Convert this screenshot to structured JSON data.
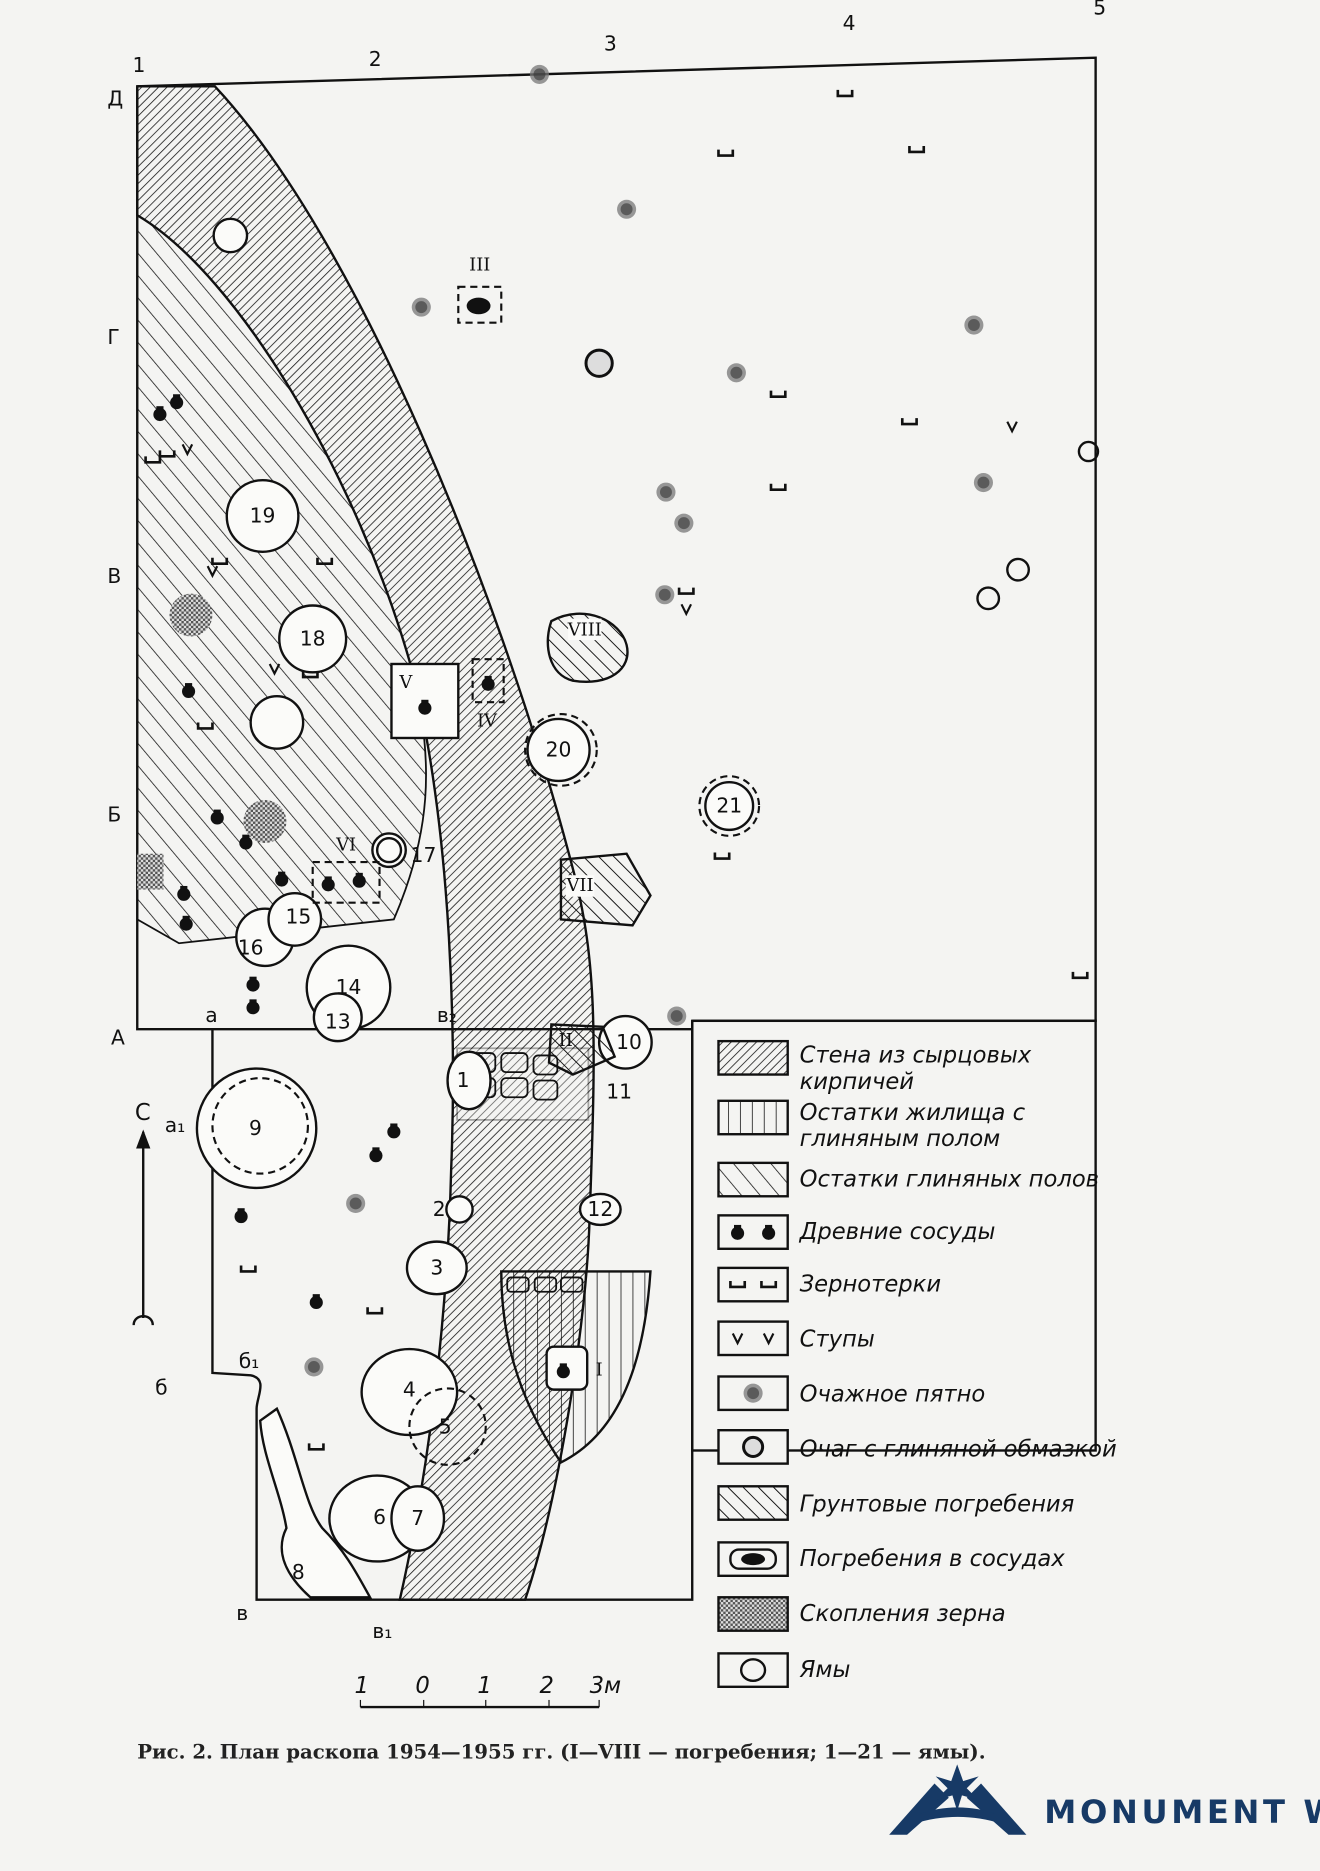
{
  "grid": {
    "columns": [
      "1",
      "2",
      "3",
      "4",
      "5"
    ],
    "rows": [
      "Д",
      "Г",
      "В",
      "Б",
      "А"
    ],
    "section_points": {
      "a": "а",
      "a1": "а₁",
      "b": "б",
      "b1": "б₁",
      "v": "в",
      "v1": "в₁",
      "v2": "в₂"
    }
  },
  "pits": [
    "1",
    "2",
    "3",
    "4",
    "5",
    "6",
    "7",
    "8",
    "9",
    "10",
    "11",
    "12",
    "13",
    "14",
    "15",
    "16",
    "17",
    "18",
    "19",
    "20",
    "21"
  ],
  "burials": [
    "I",
    "II",
    "III",
    "IV",
    "V",
    "VI",
    "VII",
    "VIII"
  ],
  "north_label": "С",
  "scale_bar": {
    "ticks": [
      "1",
      "0",
      "1",
      "2",
      "3м"
    ]
  },
  "legend": [
    {
      "label": "Стена из сырцовых кирпичей",
      "line1": "Стена из сырцовых",
      "line2": "кирпичей",
      "swatch": "diagonal-hatch"
    },
    {
      "label": "Остатки жилища с глиняным полом",
      "line1": "Остатки жилища с",
      "line2": "глиняным полом",
      "swatch": "vertical-lines"
    },
    {
      "label": "Остатки глиняных полов",
      "swatch": "back-diagonal-hatch"
    },
    {
      "label": "Древние сосуды",
      "swatch": "vessel-icon"
    },
    {
      "label": "Зернотерки",
      "swatch": "grinder-icon"
    },
    {
      "label": "Ступы",
      "swatch": "mortar-icon"
    },
    {
      "label": "Очажное пятно",
      "swatch": "hearth-spot-icon"
    },
    {
      "label": "Очаг с глиняной обмазкой",
      "swatch": "clay-hearth-icon"
    },
    {
      "label": "Грунтовые погребения",
      "swatch": "wide-back-hatch"
    },
    {
      "label": "Погребения в сосудах",
      "swatch": "vessel-burial-icon"
    },
    {
      "label": "Скопления зерна",
      "swatch": "crosshatch"
    },
    {
      "label": "Ямы",
      "swatch": "pit-icon"
    }
  ],
  "caption": "Рис. 2. План раскопа 1954—1955 гг. (I—VIII — погребения; 1—21 — ямы).",
  "logo": {
    "text": "MONUMENT WATCH",
    "color": "#173a66"
  }
}
